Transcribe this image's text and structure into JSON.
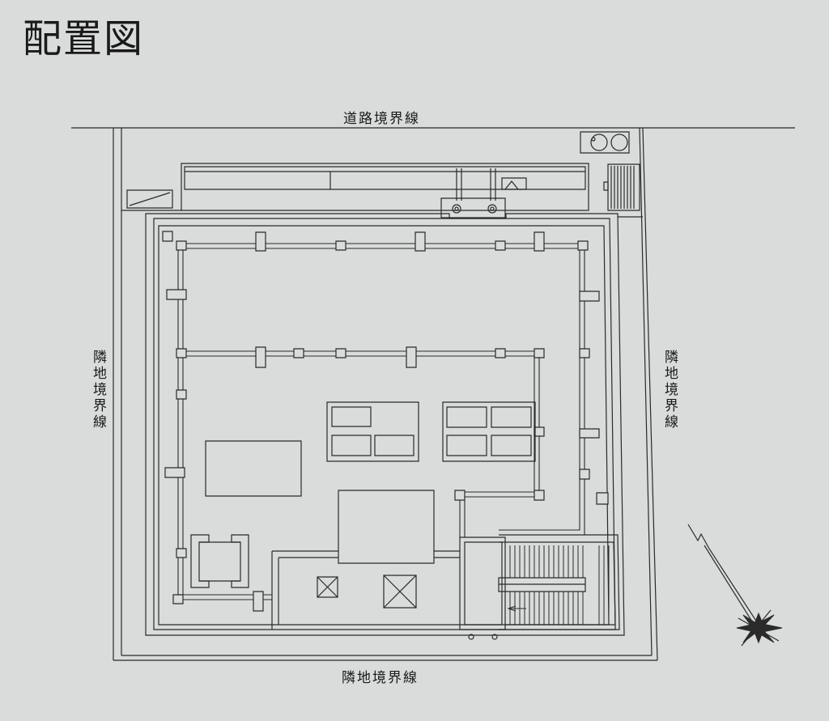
{
  "title": "配置図",
  "labels": {
    "road_boundary": "道路境界線",
    "left_boundary": "隣地境界線",
    "right_boundary": "隣地境界線",
    "bottom_boundary": "隣地境界線"
  },
  "icons": {
    "north_arrow": "north-arrow-compass-icon"
  },
  "colors": {
    "paper": "#d9dcda",
    "ink": "#2a2a2a"
  }
}
